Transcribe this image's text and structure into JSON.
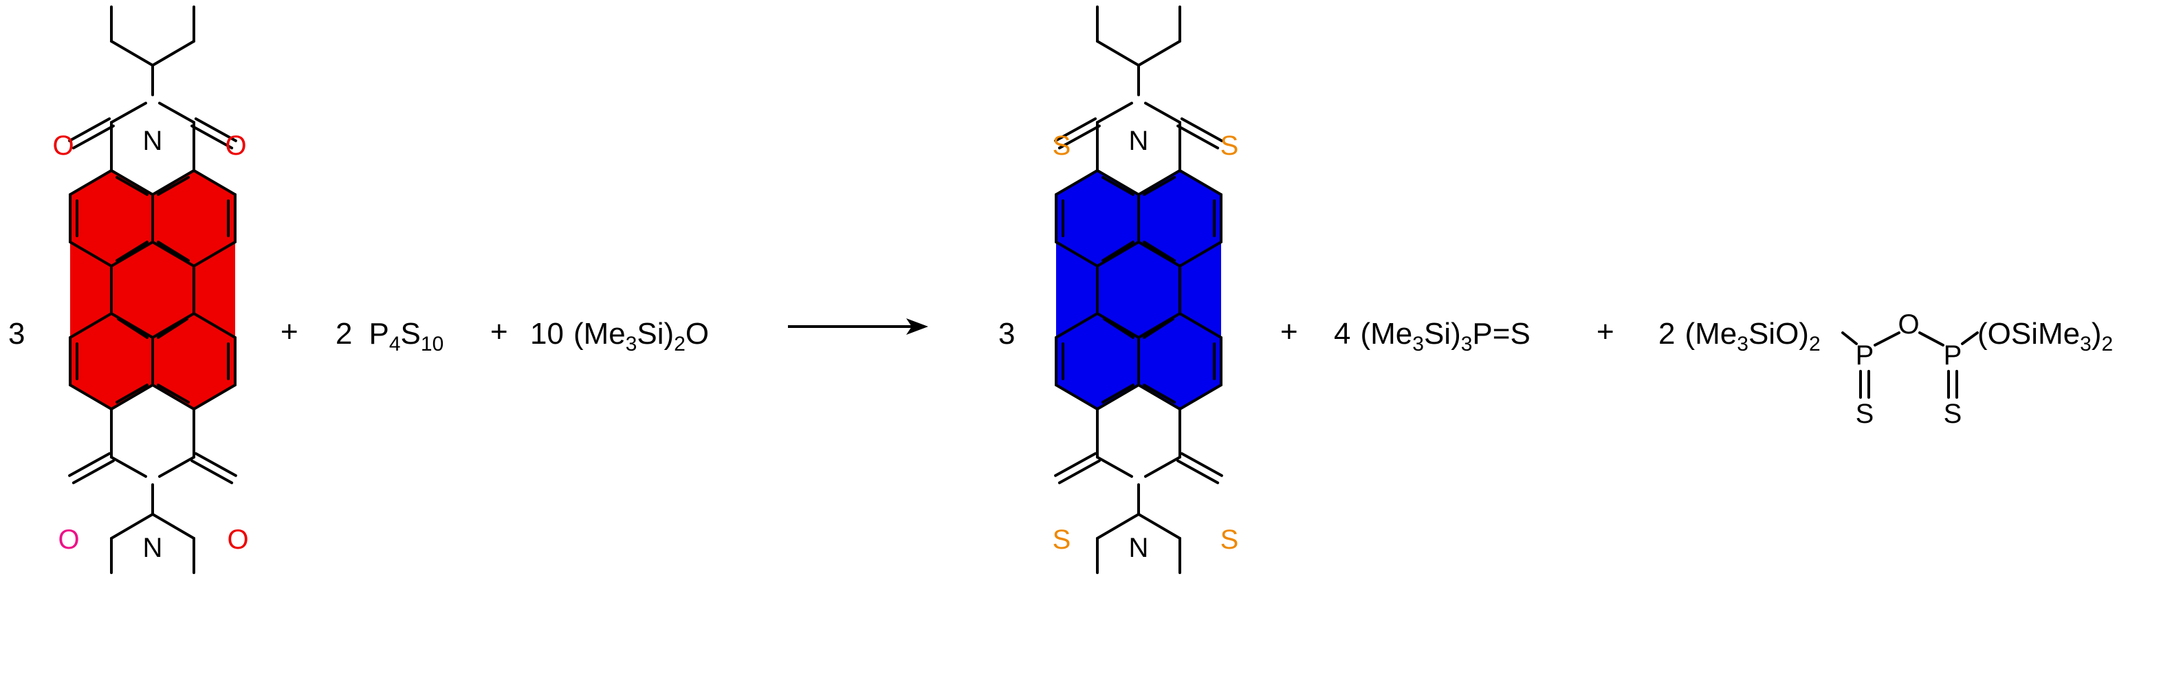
{
  "colors": {
    "reactant_core": "#ee0000",
    "product_core": "#0000ee",
    "oxygen": "#ee0000",
    "oxygen_magenta": "#ee1188",
    "sulfur": "#ee8800",
    "bond": "#000000"
  },
  "reaction": {
    "reactant_coefficient": "3",
    "plus_1": "+",
    "reagent1": {
      "coefficient": "2",
      "p": "P",
      "p_sub": "4",
      "s": "S",
      "s_sub": "10"
    },
    "plus_2": "+",
    "reagent2": {
      "coefficient": "10",
      "open": "(Me",
      "me_sub": "3",
      "si": "Si)",
      "paren_sub": "2",
      "o": "O"
    },
    "arrow": "→",
    "product_coefficient": "3",
    "plus_3": "+",
    "byproduct1": {
      "coefficient": "4",
      "open": "(Me",
      "me_sub": "3",
      "si": "Si)",
      "paren_sub": "3",
      "rest": "P=S"
    },
    "plus_4": "+",
    "byproduct2": {
      "coefficient": "2",
      "left": "(Me",
      "left_me_sub": "3",
      "left_sio": "SiO)",
      "left_sub": "2",
      "p1": "P",
      "o": "O",
      "p2": "P",
      "right": "(OSiMe",
      "right_me_sub": "3",
      "right_close": ")",
      "right_sub": "2",
      "s1": "S",
      "s2": "S"
    }
  },
  "reactant_atoms": {
    "n_top": "N",
    "n_bottom": "N",
    "o_top_left": "O",
    "o_top_right": "O",
    "o_bottom_left": "O",
    "o_bottom_right": "O"
  },
  "product_atoms": {
    "n_top": "N",
    "n_bottom": "N",
    "s_top_left": "S",
    "s_top_right": "S",
    "s_bottom_left": "S",
    "s_bottom_right": "S"
  }
}
